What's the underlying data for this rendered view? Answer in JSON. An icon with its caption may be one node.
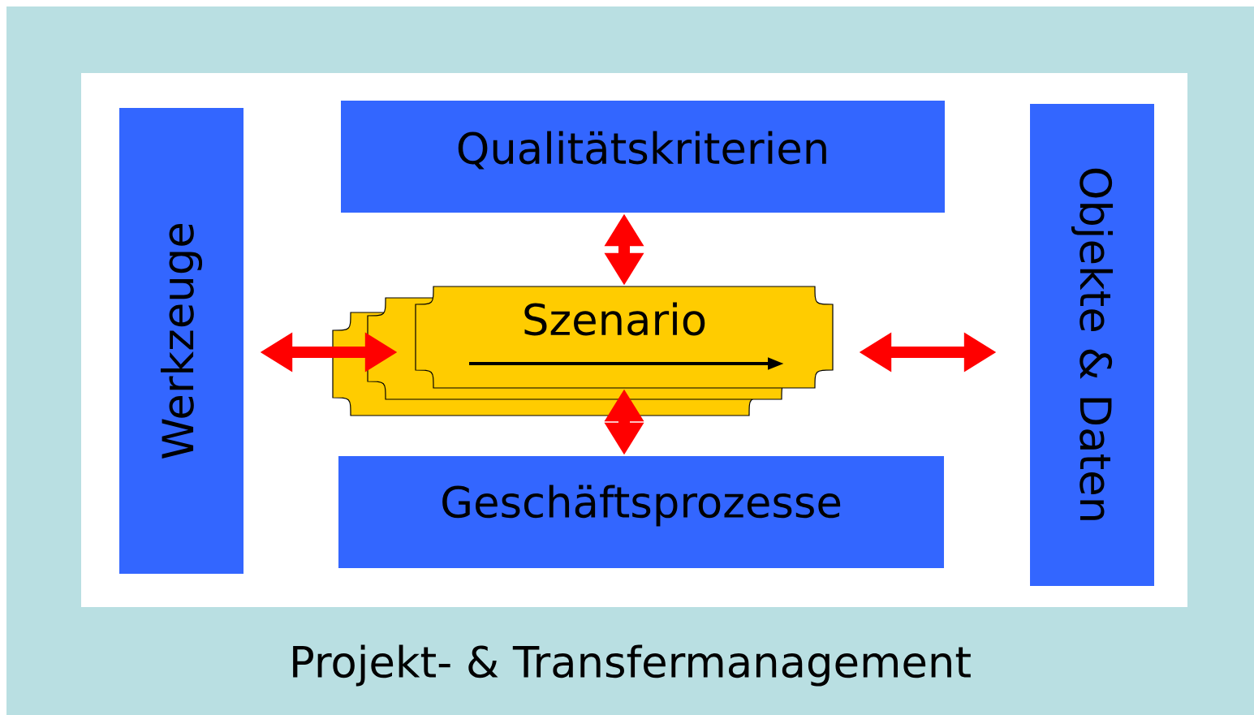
{
  "diagram": {
    "nodes": [
      {
        "text": [
          "Projekt- & Transfermanagement"
        ]
      },
      {
        "text": [
          "Qualitätskriterien"
        ],
        "in": 0
      },
      {
        "text": [
          "Werkzeuge"
        ],
        "in": 0
      },
      {
        "text": [
          "Szenario"
        ],
        "in": 0
      },
      {
        "text": [
          "Objekte & Daten"
        ],
        "in": 0
      },
      {
        "text": [
          "Geschäftsprozesse"
        ],
        "in": 0
      }
    ],
    "edges": [
      {
        "from": 2,
        "to": 3,
        "arrow": "both"
      },
      {
        "from": 1,
        "to": 3,
        "arrow": "both"
      },
      {
        "from": 3,
        "to": 5,
        "arrow": "both"
      },
      {
        "from": 3,
        "to": 4,
        "arrow": "both"
      }
    ]
  }
}
